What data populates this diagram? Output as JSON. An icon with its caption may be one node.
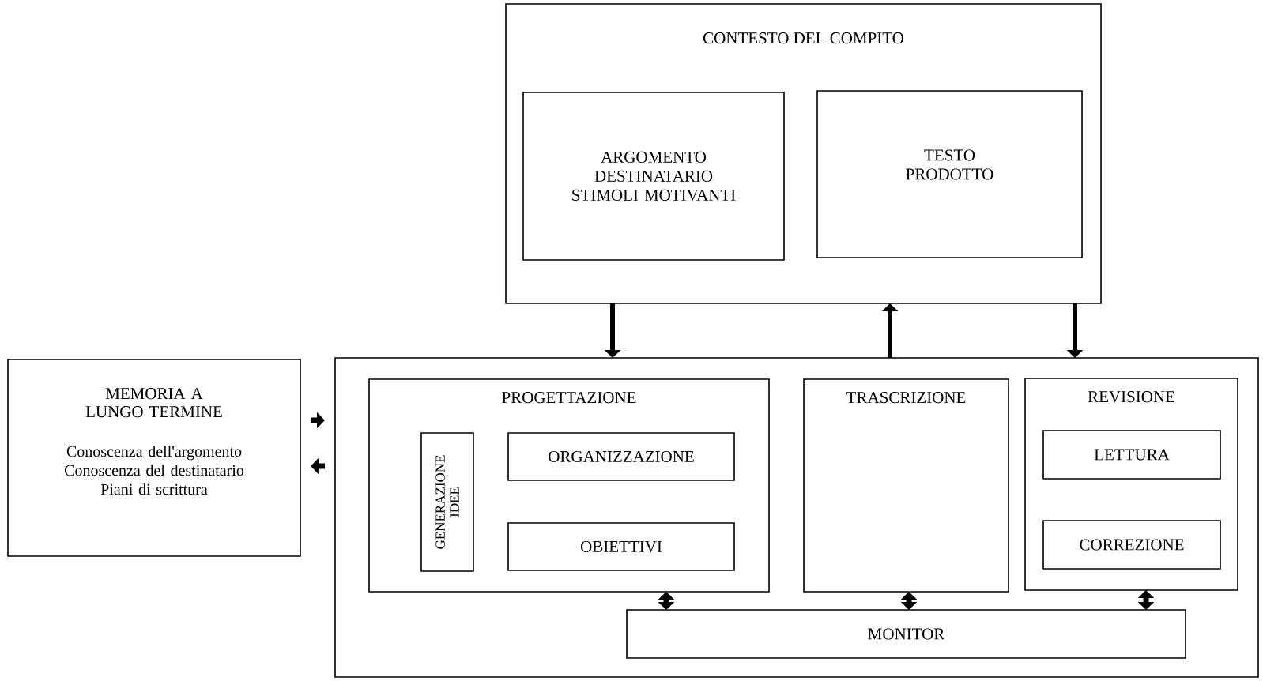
{
  "diagram": {
    "nodes": [
      {
        "text": [
          "CONTESTO DEL COMPITO"
        ]
      },
      {
        "text": [
          "ARGOMENTO DESTINATARIO STIMOLI MOTIVANTI"
        ],
        "in": 0
      },
      {
        "text": [
          "TESTO PRODOTTO"
        ],
        "in": 0
      },
      {
        "text": [
          "MEMORIA A LUNGO TERMINE",
          "Conoscenza dell'argomento Conoscenza del destinatario Piani di scrittura"
        ]
      },
      {
        "text": [],
        "shape": "box"
      },
      {
        "text": [
          "PROGETTAZIONE"
        ],
        "in": 4
      },
      {
        "text": [
          "GENERAZIONE IDEE"
        ],
        "in": 5
      },
      {
        "text": [
          "ORGANIZZAZIONE"
        ],
        "in": 5
      },
      {
        "text": [
          "OBIETTIVI"
        ],
        "in": 5
      },
      {
        "text": [
          "TRASCRIZIONE"
        ],
        "in": 4
      },
      {
        "text": [
          "REVISIONE"
        ],
        "in": 4
      },
      {
        "text": [
          "LETTURA"
        ],
        "in": 10
      },
      {
        "text": [
          "CORREZIONE"
        ],
        "in": 10
      },
      {
        "text": [
          "MONITOR"
        ],
        "in": 4
      }
    ],
    "edges": [
      {
        "from": 0,
        "to": 4,
        "arrow": "to"
      },
      {
        "from": 4,
        "to": 0,
        "arrow": "to"
      },
      {
        "from": 0,
        "to": 4,
        "arrow": "to"
      },
      {
        "from": 3,
        "to": 4,
        "arrow": "to"
      },
      {
        "from": 4,
        "to": 3,
        "arrow": "to"
      },
      {
        "from": 5,
        "to": 13,
        "arrow": "both"
      },
      {
        "from": 9,
        "to": 13,
        "arrow": "both"
      },
      {
        "from": 10,
        "to": 13,
        "arrow": "both"
      }
    ]
  }
}
